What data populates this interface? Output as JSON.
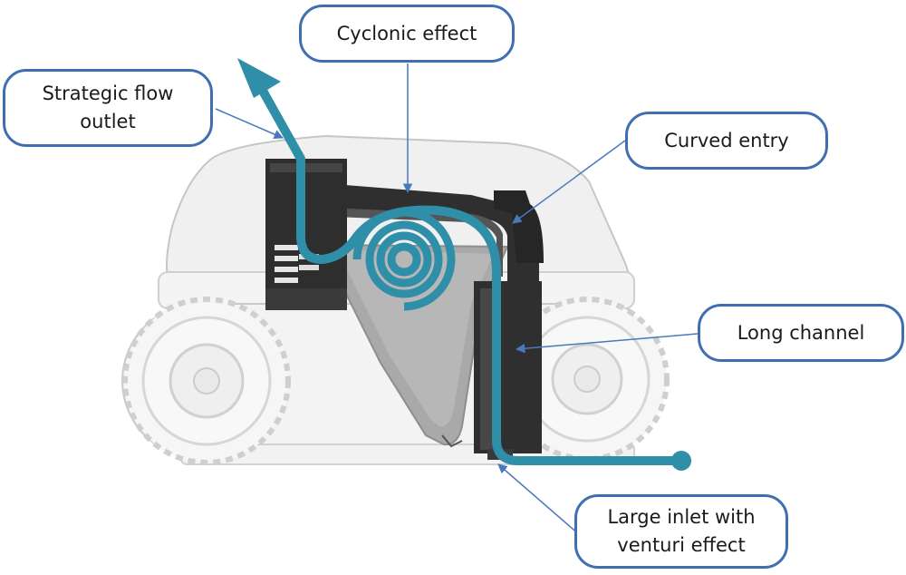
{
  "callouts": {
    "cyclonic": "Cyclonic effect",
    "outlet": "Strategic flow\noutlet",
    "curved": "Curved entry",
    "long": "Long channel",
    "inlet": "Large inlet with\nventuri effect"
  },
  "colors": {
    "flow": "#2f8ea8",
    "callout_border": "#3f6fb0",
    "leader": "#4a78bd",
    "robot_body": "#f0f0f0",
    "robot_outline": "#c6c6c6",
    "cutaway_dark": "#2f2f2f",
    "cutaway_gray": "#a9a9a9"
  }
}
